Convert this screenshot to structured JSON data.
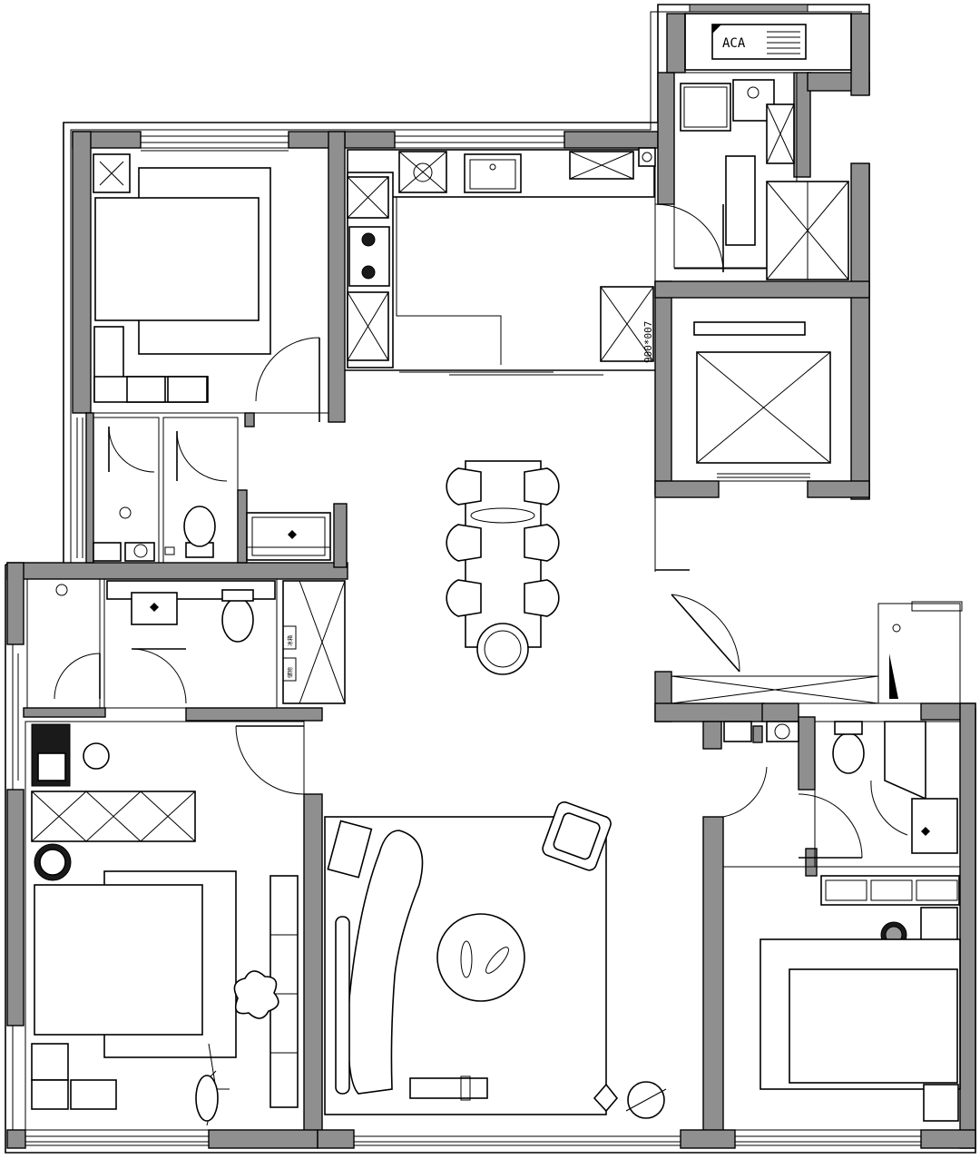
{
  "labels": {
    "aca_unit": "ACA",
    "elevator_dim": "900*007",
    "cab_label_1": "冰箱",
    "cab_label_2": "储物"
  },
  "colors": {
    "wall": "#8f8f8f",
    "line": "#000000",
    "background": "#ffffff"
  }
}
